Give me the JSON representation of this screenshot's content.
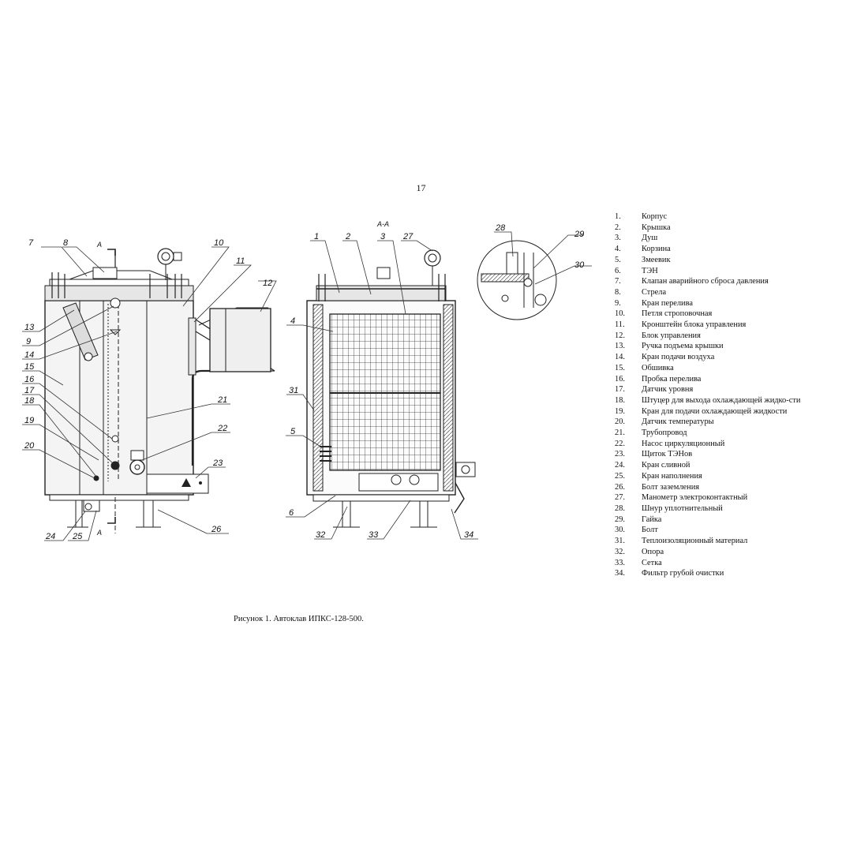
{
  "page_number": "17",
  "section_label": "А-А",
  "section_marks": [
    "А",
    "А"
  ],
  "callouts_front": [
    "7",
    "8",
    "10",
    "11",
    "12",
    "13",
    "9",
    "14",
    "15",
    "16",
    "17",
    "18",
    "19",
    "20",
    "21",
    "22",
    "23",
    "24",
    "25",
    "26"
  ],
  "callouts_section": [
    "1",
    "2",
    "3",
    "27",
    "4",
    "31",
    "5",
    "6",
    "32",
    "33",
    "34"
  ],
  "callouts_detail": [
    "28",
    "29",
    "30"
  ],
  "legend": [
    {
      "num": "1.",
      "text": "Корпус"
    },
    {
      "num": "2.",
      "text": "Крышка"
    },
    {
      "num": "3.",
      "text": "Душ"
    },
    {
      "num": "4.",
      "text": "Корзина"
    },
    {
      "num": "5.",
      "text": "Змеевик"
    },
    {
      "num": "6.",
      "text": "ТЭН"
    },
    {
      "num": "7.",
      "text": "Клапан аварийного сброса давления"
    },
    {
      "num": "8.",
      "text": "Стрела"
    },
    {
      "num": "9.",
      "text": "Кран перелива"
    },
    {
      "num": "10.",
      "text": "Петля строповочная"
    },
    {
      "num": "11.",
      "text": "Кронштейн блока управления"
    },
    {
      "num": "12.",
      "text": "Блок управления"
    },
    {
      "num": "13.",
      "text": "Ручка подъема крышки"
    },
    {
      "num": "14.",
      "text": "Кран подачи воздуха"
    },
    {
      "num": "15.",
      "text": "Обшивка"
    },
    {
      "num": "16.",
      "text": "Пробка перелива"
    },
    {
      "num": "17.",
      "text": "Датчик уровня"
    },
    {
      "num": "18.",
      "text": "Штуцер для выхода охлаждающей жидко-сти"
    },
    {
      "num": "19.",
      "text": "Кран для подачи охлаждающей жидкости"
    },
    {
      "num": "20.",
      "text": "Датчик температуры"
    },
    {
      "num": "21.",
      "text": "Трубопровод"
    },
    {
      "num": "22.",
      "text": "Насос циркуляционный"
    },
    {
      "num": "23.",
      "text": "Щиток ТЭНов"
    },
    {
      "num": "24.",
      "text": "Кран сливной"
    },
    {
      "num": "25.",
      "text": "Кран наполнения"
    },
    {
      "num": "26.",
      "text": "Болт заземления"
    },
    {
      "num": "27.",
      "text": "Манометр электроконтактный"
    },
    {
      "num": "28.",
      "text": "Шнур уплотнительный"
    },
    {
      "num": "29.",
      "text": "Гайка"
    },
    {
      "num": "30.",
      "text": "Болт"
    },
    {
      "num": "31.",
      "text": "Теплоизоляционный материал"
    },
    {
      "num": "32.",
      "text": "Опора"
    },
    {
      "num": "33.",
      "text": "Сетка"
    },
    {
      "num": "34.",
      "text": "Фильтр грубой очистки"
    }
  ],
  "caption": "Рисунок 1. Автоклав ИПКС-128-500."
}
